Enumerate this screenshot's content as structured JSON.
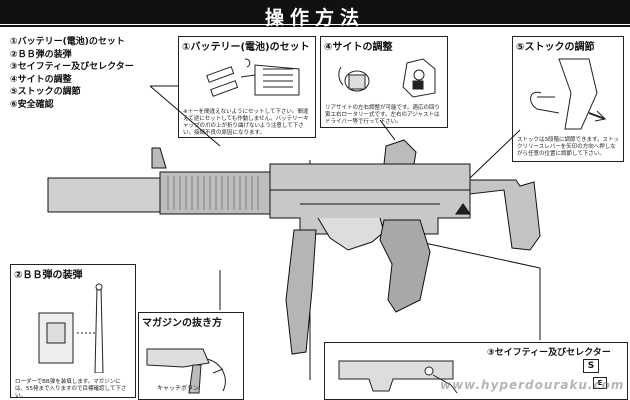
{
  "header": {
    "title": "操作方法"
  },
  "toc": {
    "items": [
      "①バッテリー(電池)のセット",
      "②ＢＢ弾の装弾",
      "③セイフティー及びセレクター",
      "④サイトの調整",
      "⑤ストックの調節",
      "⑥安全確認"
    ]
  },
  "sections": {
    "battery": {
      "title": "①バッテリー(電池)のセット",
      "note": "※＋ーを間違えないようにセットして下さい。間違えて逆にセットしても作動しません。バッテリーキャップの爪の上が折り曲げないよう注意して下さい。接続不良の原因になります。"
    },
    "sight": {
      "title": "④サイトの調整",
      "note": "リアサイトの左右調整が可能です。適応の回り寅エ右ロータリー式です。左右のアジャストはドライバー等で行って下さい。"
    },
    "stock": {
      "title": "⑤ストックの調節",
      "note": "ストックは3段階に調節できます。ストックリリースレバーを矢印の方向へ押しながら任意の位置に調節して下さい。"
    },
    "bb": {
      "title": "②ＢＢ弾の装弾",
      "note": "ローダーでBB弾を装填します。マガジンには、55発まで入りますので目標確認して下さい。"
    },
    "magazine": {
      "title": "マガジンの抜き方",
      "label": "キャッチボタン"
    },
    "safety": {
      "title": "③セイフティー及びセレクター",
      "marks": [
        "S",
        "E"
      ]
    }
  },
  "watermark": "www.hyperdouraku.com",
  "colors": {
    "header_bg": "#111111",
    "ink": "#111111",
    "paper": "#ffffff"
  }
}
